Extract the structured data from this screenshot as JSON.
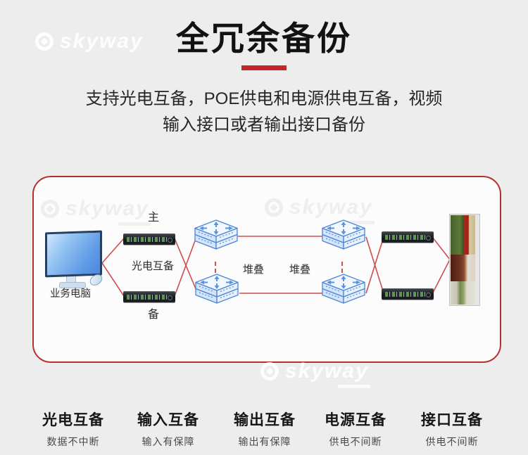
{
  "page": {
    "title": "全冗余备份",
    "subtitle_line1": "支持光电互备，POE供电和电源供电互备，视频",
    "subtitle_line2": "输入接口或者输出接口备份",
    "accent_color": "#C5242B",
    "background_color": "#EDEDED"
  },
  "watermark": {
    "brand": "skyway"
  },
  "diagram": {
    "border_color": "#B5302C",
    "line_color": "#CC4F4F",
    "computer_label": "业务电脑",
    "primary_label": "主",
    "backup_label": "备",
    "optical_backup_label": "光电互备",
    "stack_label_left": "堆叠",
    "stack_label_right": "堆叠"
  },
  "features": [
    {
      "title": "光电互备",
      "desc": "数据不中断"
    },
    {
      "title": "输入互备",
      "desc": "输入有保障"
    },
    {
      "title": "输出互备",
      "desc": "输出有保障"
    },
    {
      "title": "电源互备",
      "desc": "供电不间断"
    },
    {
      "title": "接口互备",
      "desc": "供电不间断"
    }
  ]
}
